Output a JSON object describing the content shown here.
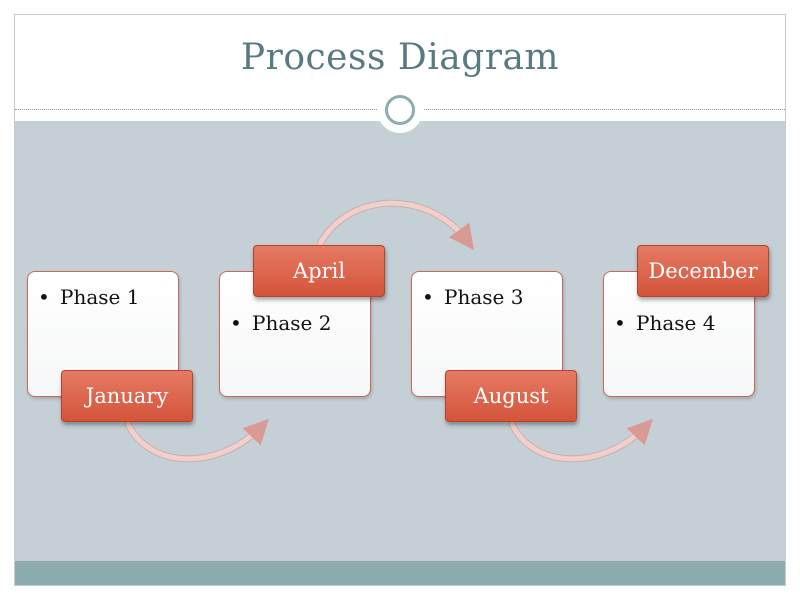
{
  "slide": {
    "title": "Process Diagram"
  },
  "phases": [
    {
      "label": "Phase 1",
      "date": "January"
    },
    {
      "label": "Phase 2",
      "date": "April"
    },
    {
      "label": "Phase 3",
      "date": "August"
    },
    {
      "label": "Phase 4",
      "date": "December"
    }
  ],
  "bullet_glyph": "•",
  "colors": {
    "title": "#587a80",
    "content_background": "#c5d0d6",
    "footer_bar": "#8cacae",
    "tag_fill": "#dd6649",
    "box_border": "#c96a55",
    "arrow": "#e9b5b0"
  },
  "icons": {
    "ornament": "circle-ring-icon",
    "connector": "curved-arrow-icon"
  }
}
